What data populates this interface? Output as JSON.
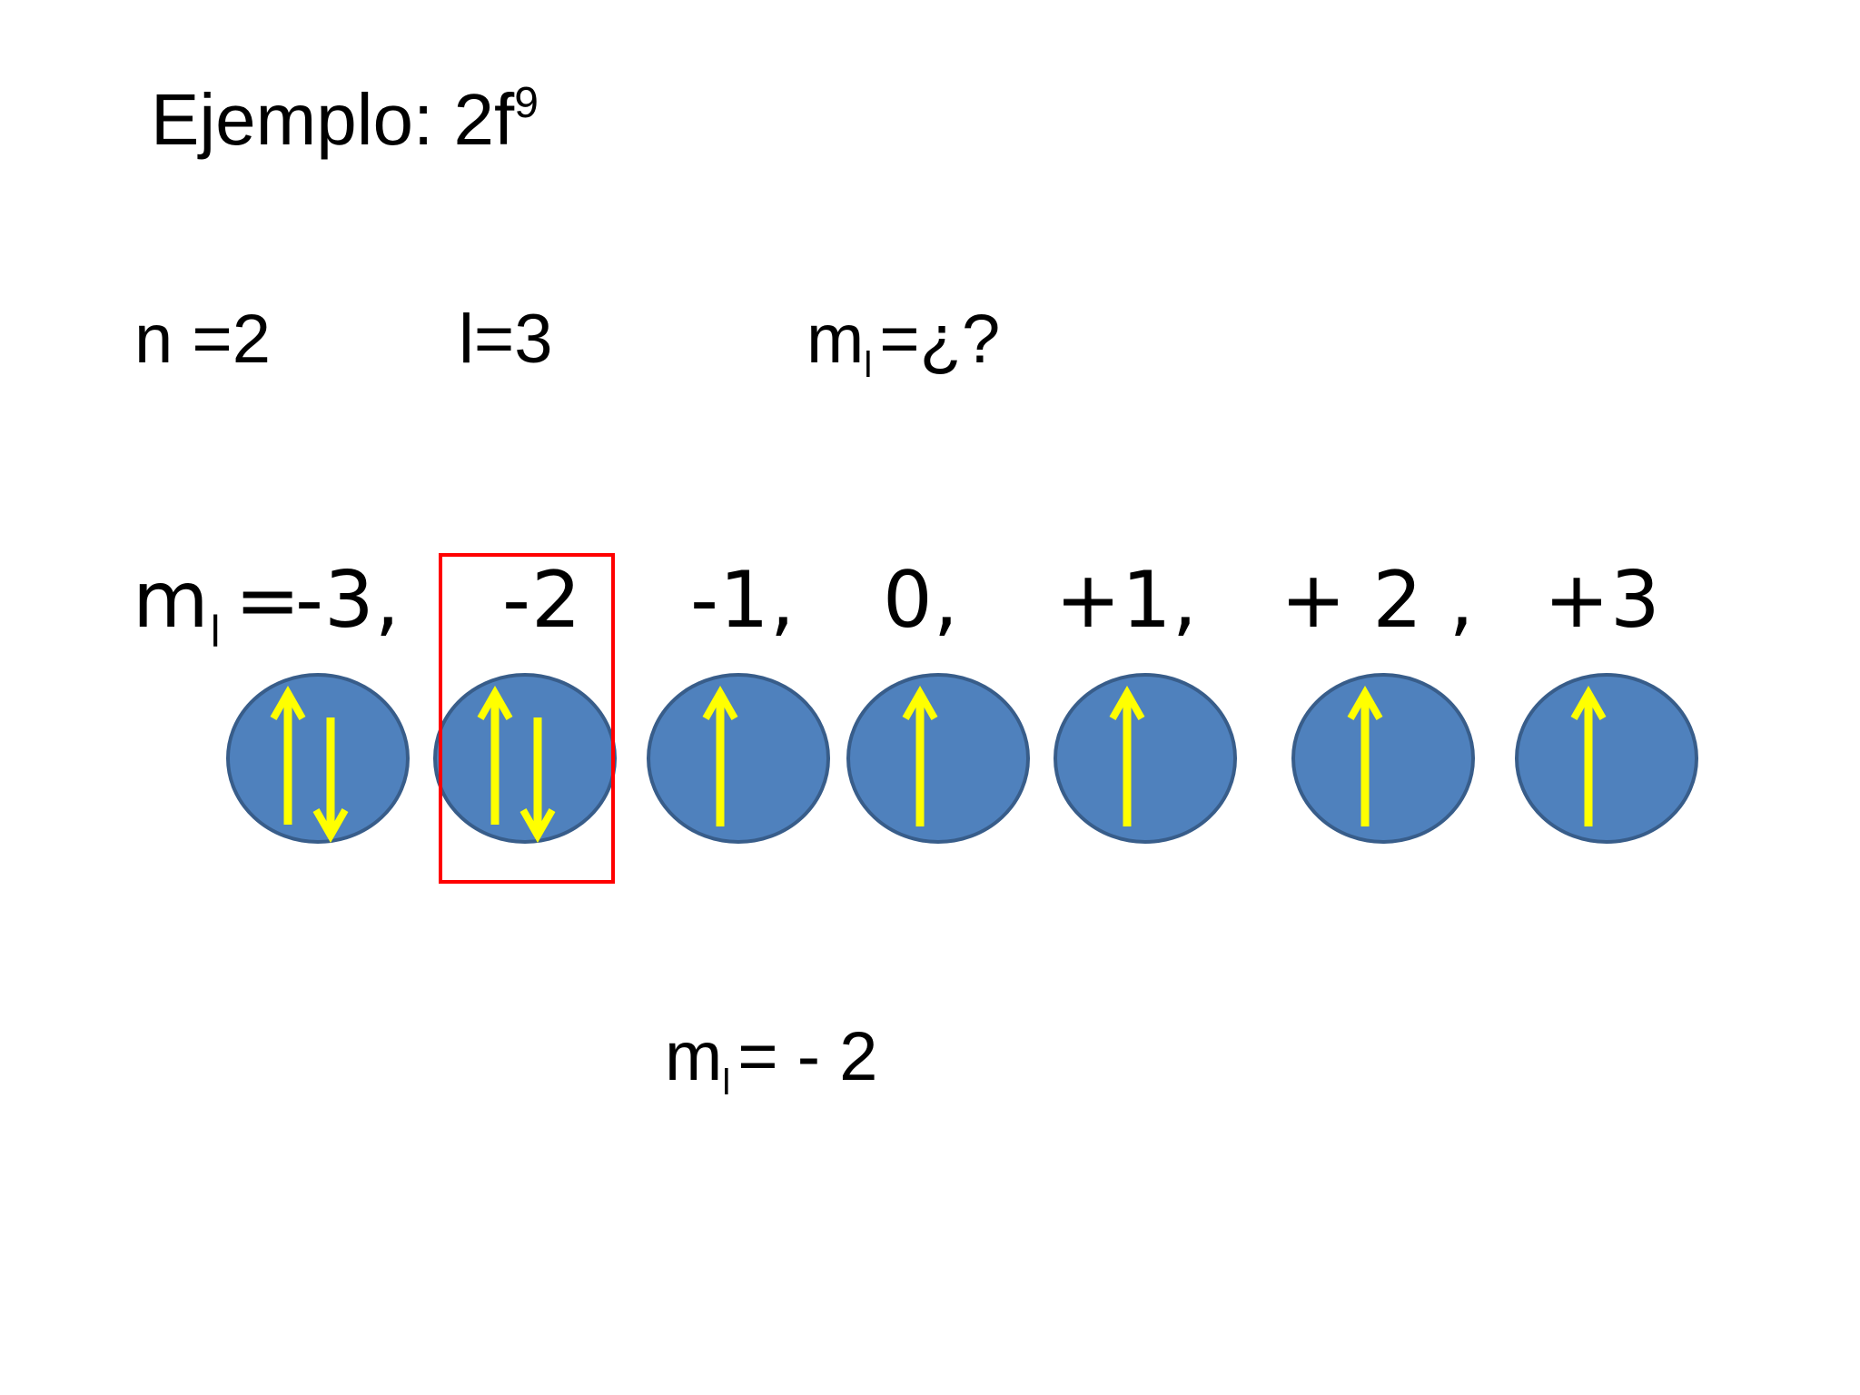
{
  "title": {
    "text": "Ejemplo: 2f",
    "superscript": "9"
  },
  "quantum_numbers": {
    "n": "n =2",
    "l": "l=3",
    "ml_symbol": "m",
    "ml_subscript": "l",
    "ml_question": "=¿?"
  },
  "ml_row": {
    "symbol": "m",
    "subscript": "l",
    "equals": "=",
    "values": [
      "-3,",
      "-2",
      "-1,",
      "0,",
      "+1,",
      "+ 2 ,",
      "+3"
    ]
  },
  "orbitals": [
    {
      "ml": "-3",
      "electrons": [
        "up",
        "down"
      ]
    },
    {
      "ml": "-2",
      "electrons": [
        "up",
        "down"
      ]
    },
    {
      "ml": "-1",
      "electrons": [
        "up"
      ]
    },
    {
      "ml": "0",
      "electrons": [
        "up"
      ]
    },
    {
      "ml": "+1",
      "electrons": [
        "up"
      ]
    },
    {
      "ml": "+2",
      "electrons": [
        "up"
      ]
    },
    {
      "ml": "+3",
      "electrons": [
        "up"
      ]
    }
  ],
  "highlighted_orbital": "-2",
  "answer": {
    "symbol": "m",
    "subscript": "l",
    "text": "= - 2"
  },
  "colors": {
    "orbital_fill": "#4f81bd",
    "orbital_stroke": "#385d8a",
    "arrow": "#ffff00",
    "highlight_box": "#ff0000",
    "text": "#000000",
    "background": "#ffffff"
  }
}
